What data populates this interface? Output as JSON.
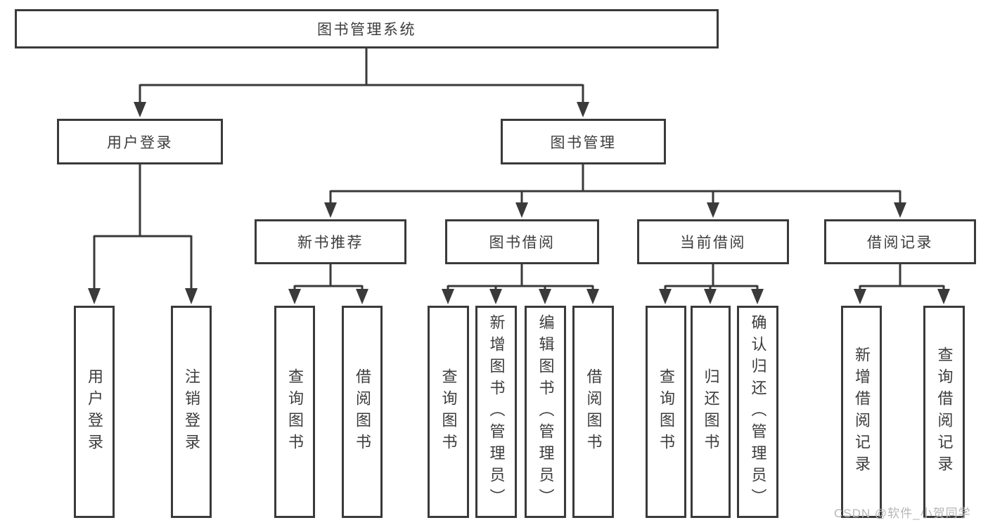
{
  "tree": {
    "label": "图书管理系统",
    "children": [
      {
        "label": "用户登录",
        "children": [
          {
            "label": "用户登录"
          },
          {
            "label": "注销登录"
          }
        ]
      },
      {
        "label": "图书管理",
        "children": [
          {
            "label": "新书推荐",
            "children": [
              {
                "label": "查询图书"
              },
              {
                "label": "借阅图书"
              }
            ]
          },
          {
            "label": "图书借阅",
            "children": [
              {
                "label": "查询图书"
              },
              {
                "label": "新增图书（管理员）"
              },
              {
                "label": "编辑图书（管理员）"
              },
              {
                "label": "借阅图书"
              }
            ]
          },
          {
            "label": "当前借阅",
            "children": [
              {
                "label": "查询图书"
              },
              {
                "label": "归还图书"
              },
              {
                "label": "确认归还（管理员）"
              }
            ]
          },
          {
            "label": "借阅记录",
            "children": [
              {
                "label": "新增借阅记录"
              },
              {
                "label": "查询借阅记录"
              }
            ]
          }
        ]
      }
    ]
  },
  "watermark": {
    "text": "CSDN @软件_小贺同学"
  },
  "colors": {
    "line": "#3a3a3a",
    "text": "#3d3d3d",
    "watermark": "#b6b6b6",
    "background": "#ffffff"
  }
}
